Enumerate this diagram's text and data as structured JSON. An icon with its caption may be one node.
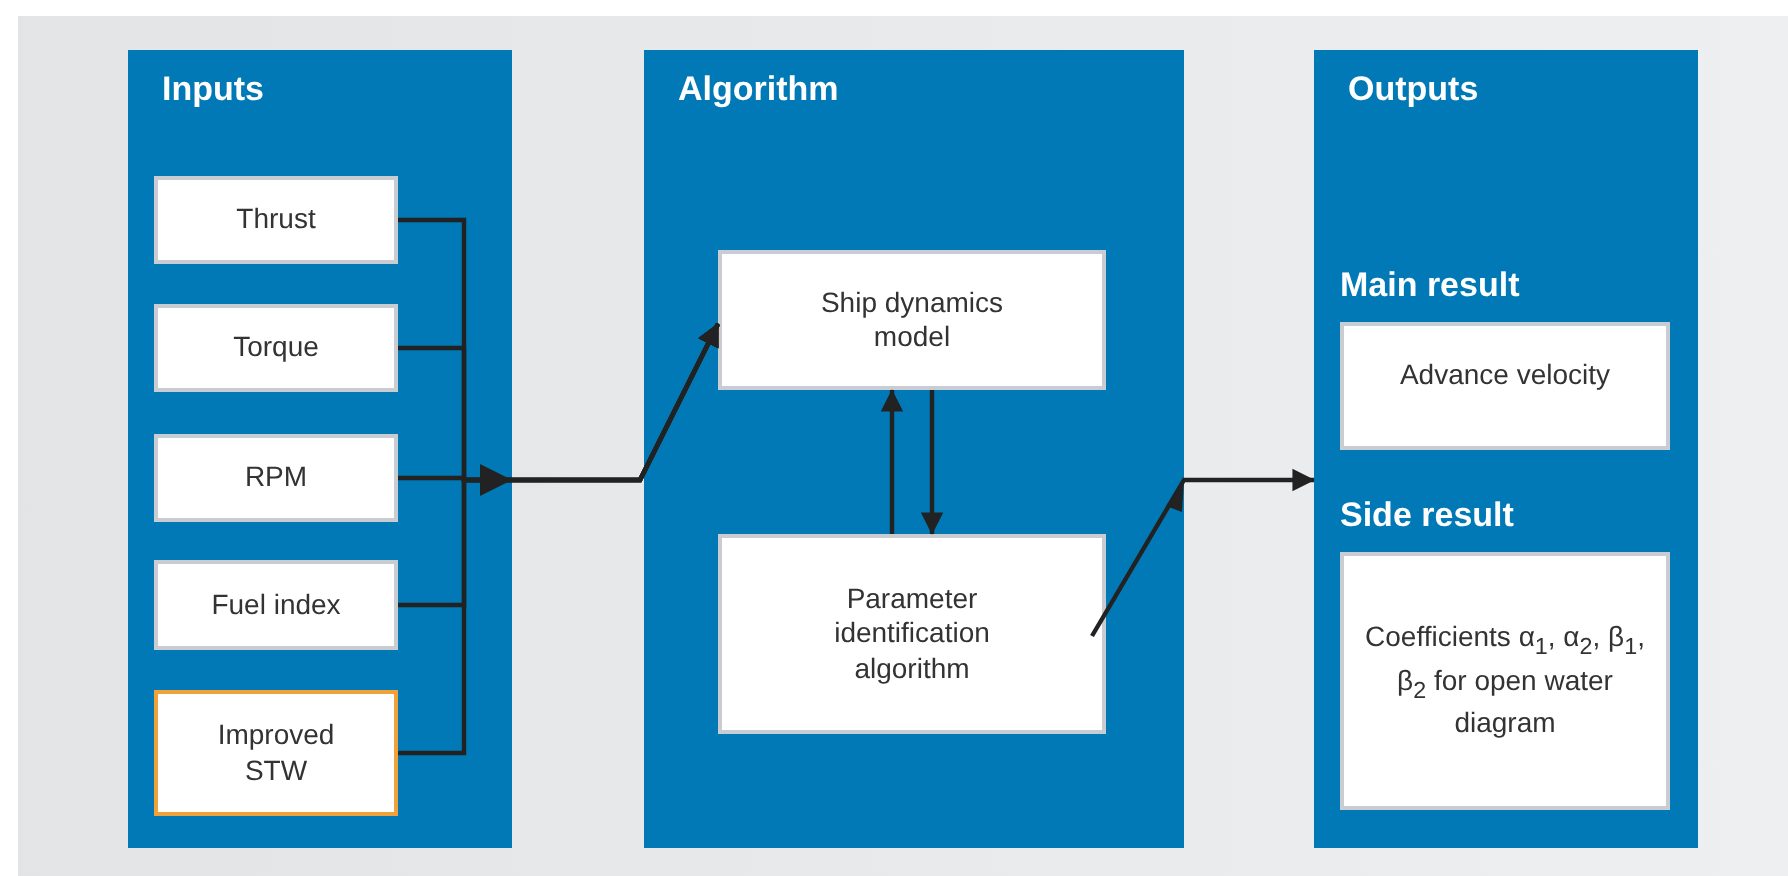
{
  "diagram": {
    "nodes": [
      {
        "text": [
          "Inputs"
        ]
      },
      {
        "text": [
          "Thrust"
        ],
        "in": 0
      },
      {
        "text": [
          "Torque"
        ],
        "in": 0
      },
      {
        "text": [
          "RPM"
        ],
        "in": 0
      },
      {
        "text": [
          "Fuel index"
        ],
        "in": 0
      },
      {
        "text": [
          "Improved STW"
        ],
        "in": 0
      },
      {
        "text": [
          "Algorithm"
        ]
      },
      {
        "text": [
          "Ship dynamics model"
        ],
        "in": 6
      },
      {
        "text": [
          "Parameter identification algorithm"
        ],
        "in": 6
      },
      {
        "text": [
          "Outputs"
        ]
      },
      {
        "text": [
          "Main result",
          "Advance velocity"
        ],
        "in": 9
      },
      {
        "text": [
          "Side result",
          "Coefficients α$_{1}$, α$_{2}$, β$_{1}$, β$_{2}$ for open water diagram"
        ],
        "in": 9
      }
    ],
    "edges": [
      {
        "from": 1,
        "to": 7,
        "arrow": "to"
      },
      {
        "from": 2,
        "to": 7,
        "arrow": "to"
      },
      {
        "from": 3,
        "to": 7,
        "arrow": "to"
      },
      {
        "from": 4,
        "to": 7,
        "arrow": "to"
      },
      {
        "from": 5,
        "to": 7,
        "arrow": "to"
      },
      {
        "from": 8,
        "to": 7,
        "arrow": "to"
      },
      {
        "from": 7,
        "to": 8,
        "arrow": "to"
      },
      {
        "from": 8,
        "to": 9,
        "arrow": "to"
      }
    ]
  }
}
